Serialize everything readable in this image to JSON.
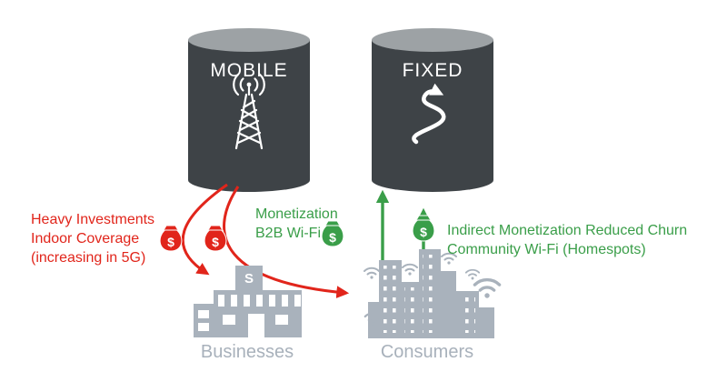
{
  "colors": {
    "red": "#E1251B",
    "green": "#3A9E49",
    "gray": "#A9B2BC",
    "cylinder_body": "#3E4347",
    "cylinder_top": "#9DA2A5",
    "background": "#FFFFFF"
  },
  "cylinders": {
    "mobile": {
      "label": "MOBILE",
      "icon": "radio-tower-icon"
    },
    "fixed": {
      "label": "FIXED",
      "icon": "cable-icon"
    }
  },
  "annotations": {
    "heavy_investments": {
      "color": "red",
      "lines": [
        "Heavy Investments",
        "Indoor Coverage",
        "(increasing in 5G)"
      ]
    },
    "b2b": {
      "color": "green",
      "lines": [
        "Monetization",
        "B2B Wi-Fi"
      ]
    },
    "indirect": {
      "color": "green",
      "lines": [
        "Indirect Monetization Reduced Churn",
        "Community Wi-Fi (Homespots)"
      ]
    }
  },
  "segments": {
    "businesses": {
      "label": "Businesses",
      "icon": "store-building-icon"
    },
    "consumers": {
      "label": "Consumers",
      "icon": "city-skyline-icon"
    }
  },
  "icons": {
    "money_symbol": "$",
    "store_sign_letter": "S",
    "money_bag": "money-bag-icon",
    "wifi": "wifi-icon"
  }
}
